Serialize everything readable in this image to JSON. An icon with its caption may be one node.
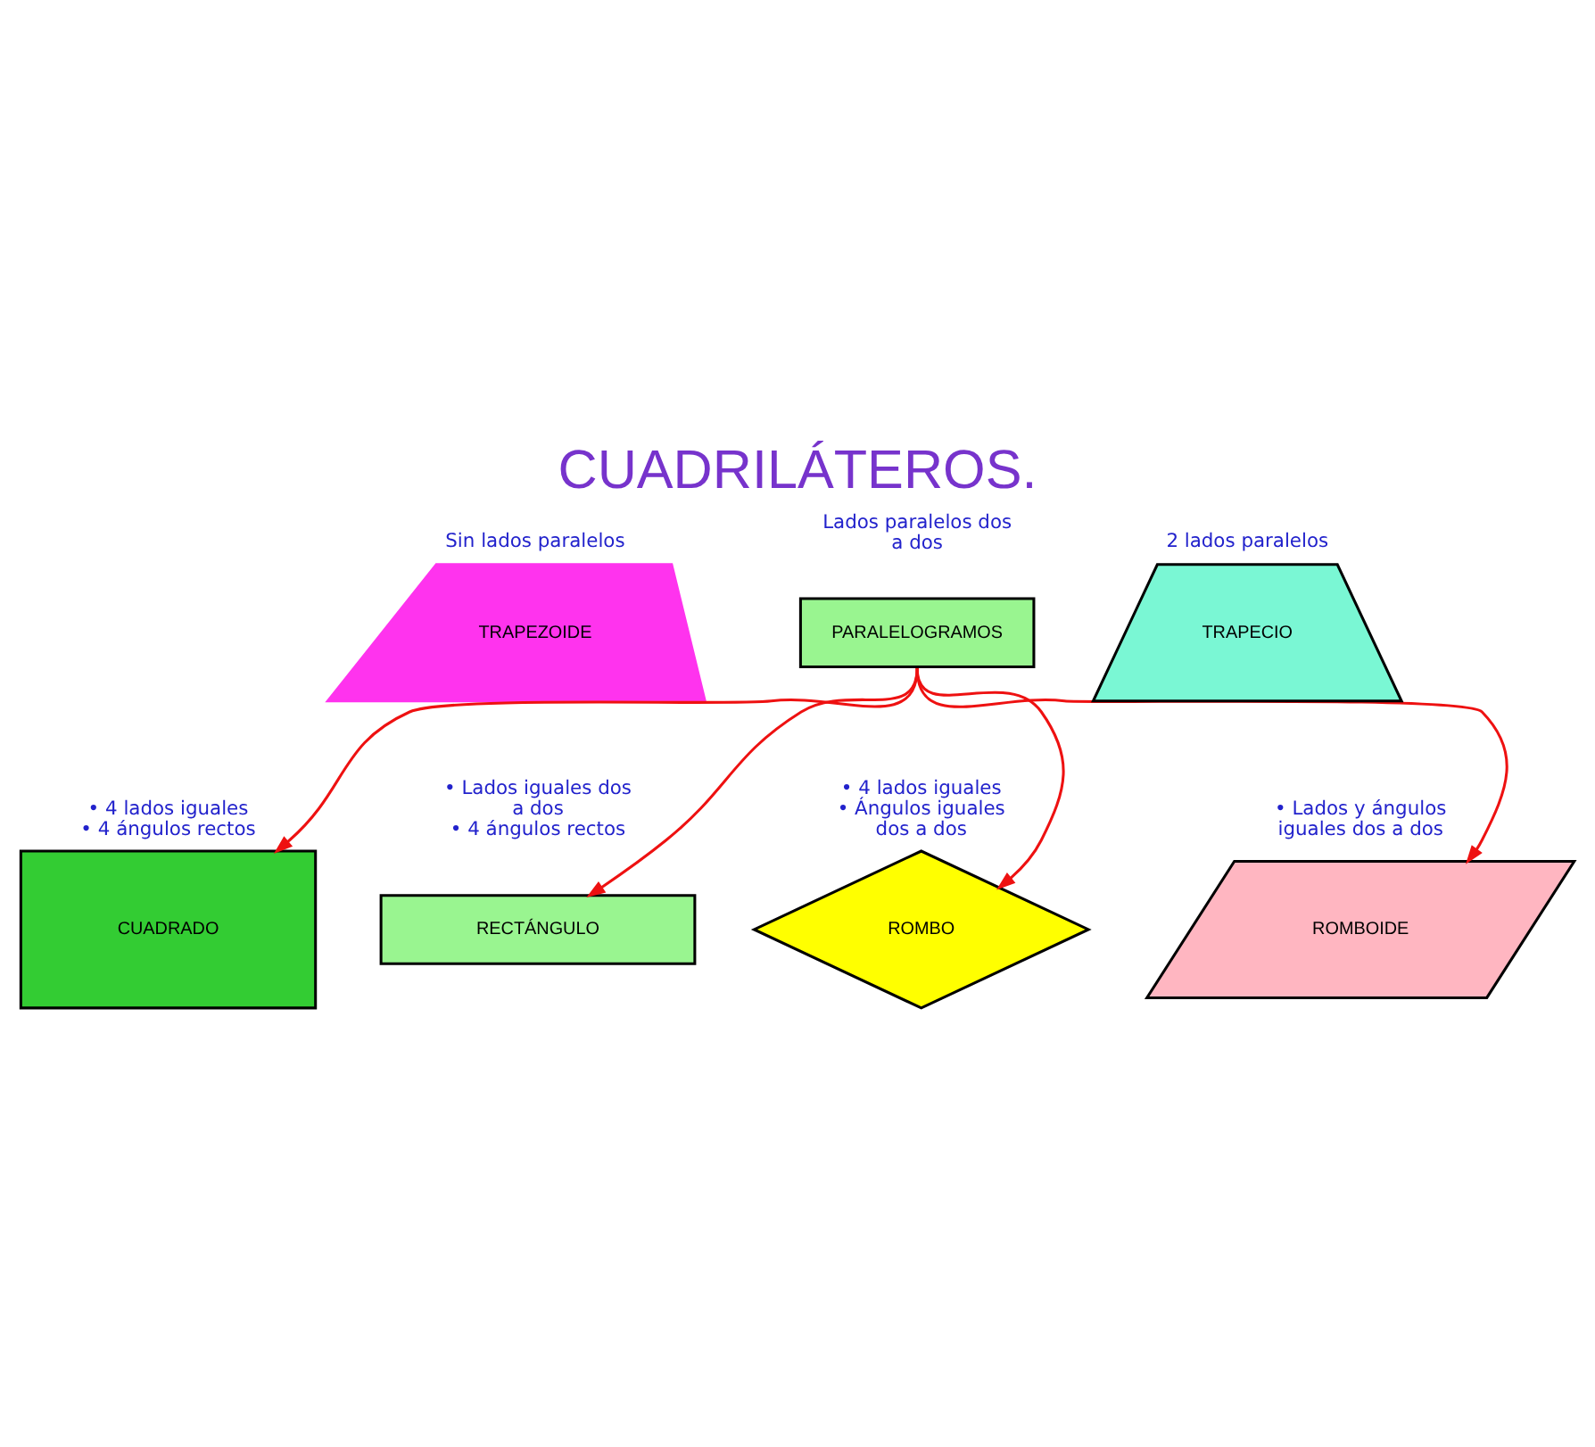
{
  "diagram": {
    "title": "CUADRILÁTEROS.",
    "nodes": [
      {
        "text": [
          "TRAPEZOIDE"
        ],
        "beside": [
          "Sin lados paralelos"
        ]
      },
      {
        "text": [
          "PARALELOGRAMOS"
        ],
        "beside": [
          "Lados paralelos dos a dos"
        ]
      },
      {
        "text": [
          "TRAPECIO"
        ],
        "beside": [
          "2 lados paralelos"
        ]
      },
      {
        "text": [
          "CUADRADO"
        ],
        "beside": [
          "• 4 lados iguales",
          "• 4 ángulos rectos"
        ]
      },
      {
        "text": [
          "RECTÁNGULO"
        ],
        "beside": [
          "• Lados iguales dos a dos",
          "• 4 ángulos rectos"
        ]
      },
      {
        "text": [
          "ROMBO"
        ],
        "beside": [
          "• 4 lados iguales",
          "• Ángulos iguales dos a dos"
        ]
      },
      {
        "text": [
          "ROMBOIDE"
        ],
        "beside": [
          "• Lados y ángulos iguales dos a dos"
        ]
      }
    ],
    "edges": [
      {
        "from": 1,
        "to": 3,
        "arrow": "to"
      },
      {
        "from": 1,
        "to": 4,
        "arrow": "to"
      },
      {
        "from": 1,
        "to": 5,
        "arrow": "to"
      },
      {
        "from": 1,
        "to": 6,
        "arrow": "to"
      }
    ]
  }
}
